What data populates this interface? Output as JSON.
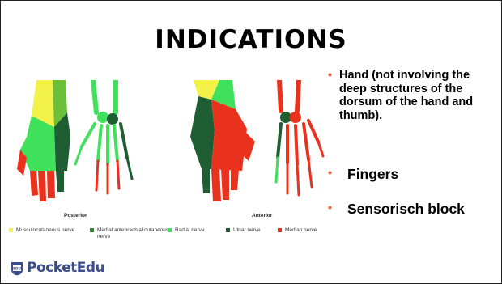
{
  "title": "INDICATIONS",
  "figure": {
    "caption_posterior": "Posterior",
    "caption_anterior": "Anterior",
    "legend": [
      {
        "label": "Musculocutaneous nerve",
        "color": "#f2f24a"
      },
      {
        "label": "Medial antebrachial cutaneous nerve",
        "color": "#2e8b2e"
      },
      {
        "label": "Radial nerve",
        "color": "#3fe05a"
      },
      {
        "label": "Ulnar nerve",
        "color": "#1e5e32"
      },
      {
        "label": "Median nerve",
        "color": "#e8321e"
      }
    ]
  },
  "bullets": {
    "hand": "Hand (not involving the deep structures of the dorsum of the hand and thumb).",
    "fingers": "Fingers",
    "block": "Sensorisch block"
  },
  "logo": {
    "badge_text": "EDU",
    "brand": "PocketEdu",
    "color": "#3a4e8c"
  },
  "accent_bullet_color": "#e05a3a"
}
